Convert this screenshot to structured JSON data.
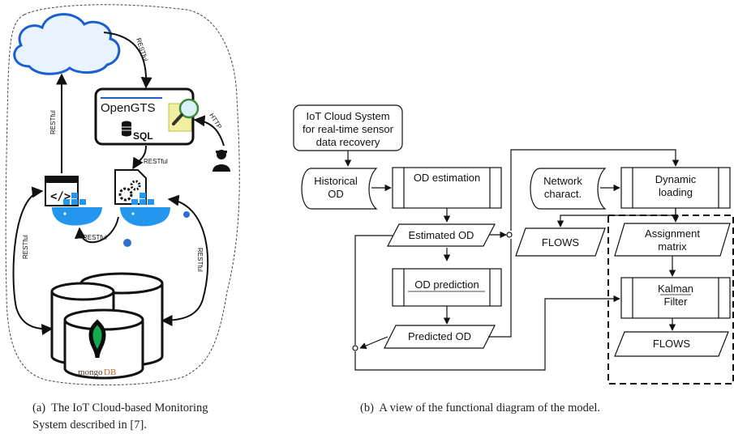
{
  "left": {
    "opengts_label": "OpenGTS",
    "sql_label": "SQL",
    "db_label_mongo": "mongo",
    "db_label_db": "DB",
    "edge_labels": {
      "cloud_to_gts": "RESTful",
      "web_to_cloud": "RESTful",
      "http": "HTTP",
      "gts_to_file": "RESTful",
      "web_to_db": "RESTful",
      "file_to_web": "RESTful",
      "file_to_db": "RESTful"
    },
    "icons": [
      "cloud-icon",
      "server-box-icon",
      "database-sql-icon",
      "magnifier-icon",
      "user-icon",
      "web-code-icon",
      "file-gears-icon",
      "docker-whale-icon",
      "database-cluster-icon",
      "mongodb-leaf-icon"
    ]
  },
  "right": {
    "nodes": {
      "iot": [
        "IoT Cloud System",
        "for real-time sensor",
        "data recovery"
      ],
      "historical": [
        "Historical",
        "OD"
      ],
      "od_estimation": [
        "OD estimation"
      ],
      "estimated_od": [
        "Estimated OD"
      ],
      "od_prediction": [
        "OD  prediction"
      ],
      "predicted_od": [
        "Predicted OD"
      ],
      "network": [
        "Network",
        "charact."
      ],
      "dynamic_loading": [
        "Dynamic",
        "loading"
      ],
      "flows_1": [
        "FLOWS"
      ],
      "assignment": [
        "Assignment",
        "matrix"
      ],
      "kalman": [
        "Kalman",
        "Filter"
      ],
      "flows_2": [
        "FLOWS"
      ]
    }
  },
  "captions": {
    "a_label": "(a)",
    "a_text": "The IoT Cloud-based Monitoring",
    "a_text2": "System described in [7].",
    "b_label": "(b)",
    "b_text": "A view of the functional diagram of the model."
  }
}
